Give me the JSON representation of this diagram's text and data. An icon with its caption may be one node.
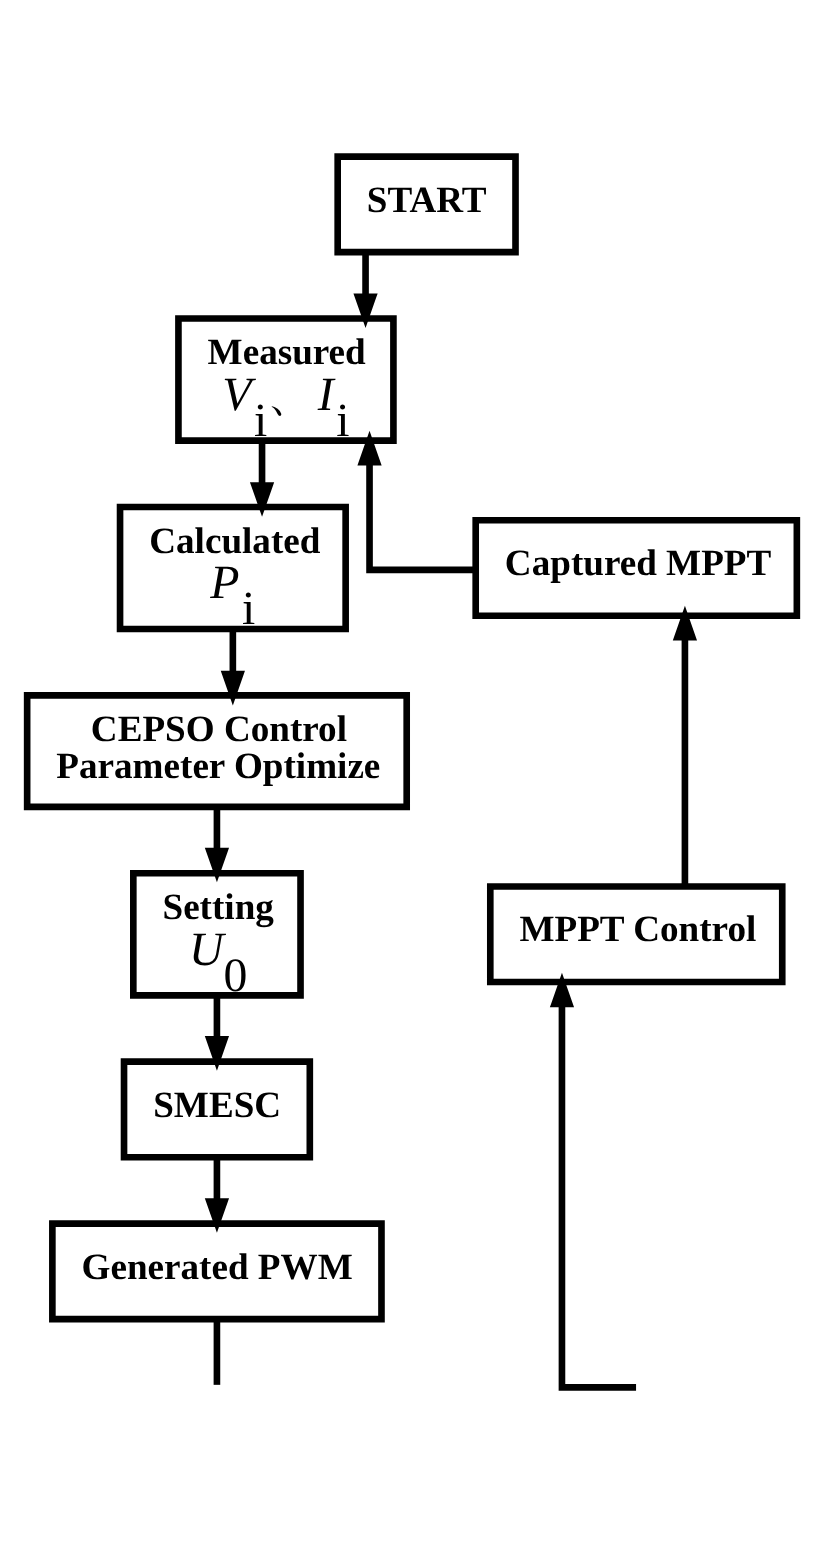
{
  "diagram": {
    "nodes": [
      {
        "text": [
          "START"
        ]
      },
      {
        "text": [
          "Measured",
          "*V*$_{i}$、*I*$_{i}$"
        ]
      },
      {
        "text": [
          "Calculated",
          "*P*$_{i}$"
        ]
      },
      {
        "text": [
          "CEPSO Control Parameter Optimize"
        ]
      },
      {
        "text": [
          "Setting",
          "*U*$_{0}$"
        ]
      },
      {
        "text": [
          "SMESC"
        ]
      },
      {
        "text": [
          "Generated PWM"
        ]
      },
      {
        "text": [
          "Captured MPPT"
        ]
      },
      {
        "text": [
          "MPPT Control"
        ]
      }
    ],
    "edges": [
      {
        "from": 0,
        "to": 1,
        "arrow": "to"
      },
      {
        "from": 7,
        "to": 1,
        "arrow": "to"
      },
      {
        "from": 1,
        "to": 2,
        "arrow": "to"
      },
      {
        "from": 2,
        "to": 3,
        "arrow": "to"
      },
      {
        "from": 3,
        "to": 4,
        "arrow": "to"
      },
      {
        "from": 4,
        "to": 5,
        "arrow": "to"
      },
      {
        "from": 5,
        "to": 6,
        "arrow": "to"
      },
      {
        "from": 6,
        "to": null,
        "arrow": "none"
      },
      {
        "from": null,
        "to": 8,
        "arrow": "to"
      },
      {
        "from": 8,
        "to": 7,
        "arrow": "to"
      }
    ]
  }
}
